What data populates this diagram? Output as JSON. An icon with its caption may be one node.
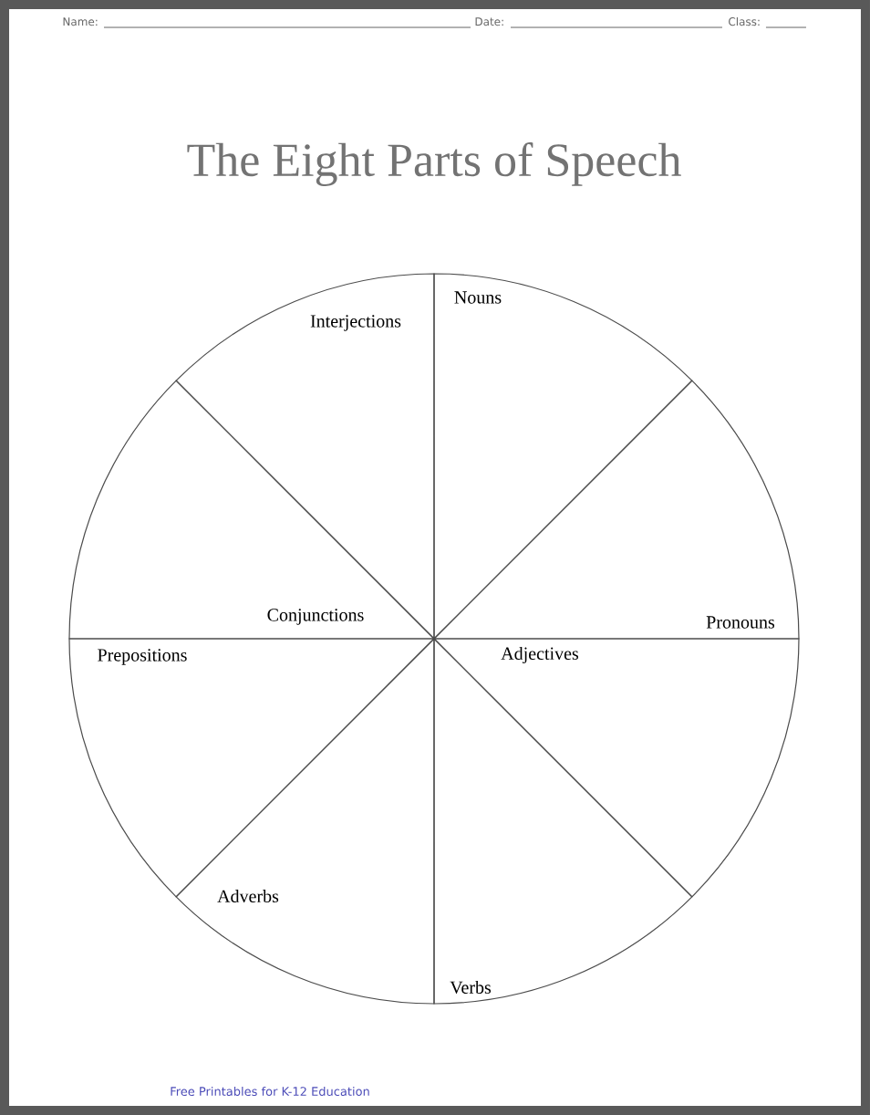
{
  "diagram": {
    "title": "The Eight Parts of Speech",
    "nodes": [
      {
        "text": [
          "Nouns"
        ]
      },
      {
        "text": [
          "Interjections"
        ]
      },
      {
        "text": [
          "Conjunctions"
        ]
      },
      {
        "text": [
          "Pronouns"
        ]
      },
      {
        "text": [
          "Adjectives"
        ]
      },
      {
        "text": [
          "Prepositions"
        ]
      },
      {
        "text": [
          "Adverbs"
        ]
      },
      {
        "text": [
          "Verbs"
        ]
      }
    ],
    "labels": [
      "Name:",
      "Date:",
      "Class:",
      "Free Printables for K-12 Education"
    ]
  }
}
